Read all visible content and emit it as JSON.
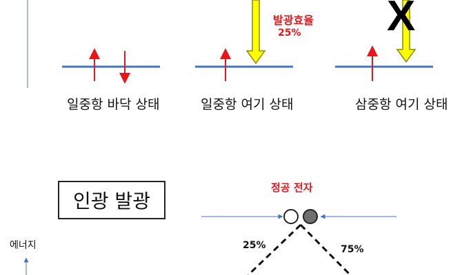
{
  "states": {
    "singlet_ground": "일중항 바닥 상태",
    "singlet_excited": "일중항 여기 상태",
    "triplet_excited": "삼중항 여기 상태"
  },
  "emission_efficiency": {
    "label": "발광효율",
    "value": "25%"
  },
  "forbidden_mark": "X",
  "phosphorescence_title": "인광 발광",
  "energy_axis_label": "에너지",
  "carriers_label": "정공 전자",
  "branch_left": "25%",
  "branch_right": "75%",
  "colors": {
    "level_line": "#4472c4",
    "spin_arrow": "#e8161b",
    "photon_arrow_fill": "#ffff00",
    "photon_arrow_stroke": "#8a8a00",
    "hole_fill": "#ffffff",
    "electron_fill": "#707070"
  }
}
